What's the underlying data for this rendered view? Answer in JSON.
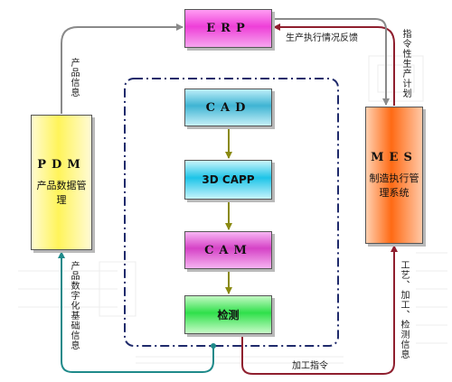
{
  "boxes": {
    "erp": "ERP",
    "cad": "CAD",
    "capp": "3D CAPP",
    "cam": "CAM",
    "jiance": "检测",
    "pdm_title": "PDM",
    "pdm_sub": "产品数据管理",
    "mes_title": "MES",
    "mes_sub": "制造执行管理系统"
  },
  "labels": {
    "feedback": "生产执行情况反馈",
    "product_info": "产品信息",
    "plan": "指令性生产计划",
    "base_info": "产品数字化基础信息",
    "process": "工艺、加工、检测信息",
    "command": "加工指令"
  },
  "colors": {
    "arrow_gray": "#8a8a8a",
    "arrow_maroon": "#8f1f2e",
    "arrow_teal": "#1f8a8a",
    "arrow_olive": "#8a8a10",
    "dashed_border": "#1f2a6b"
  }
}
